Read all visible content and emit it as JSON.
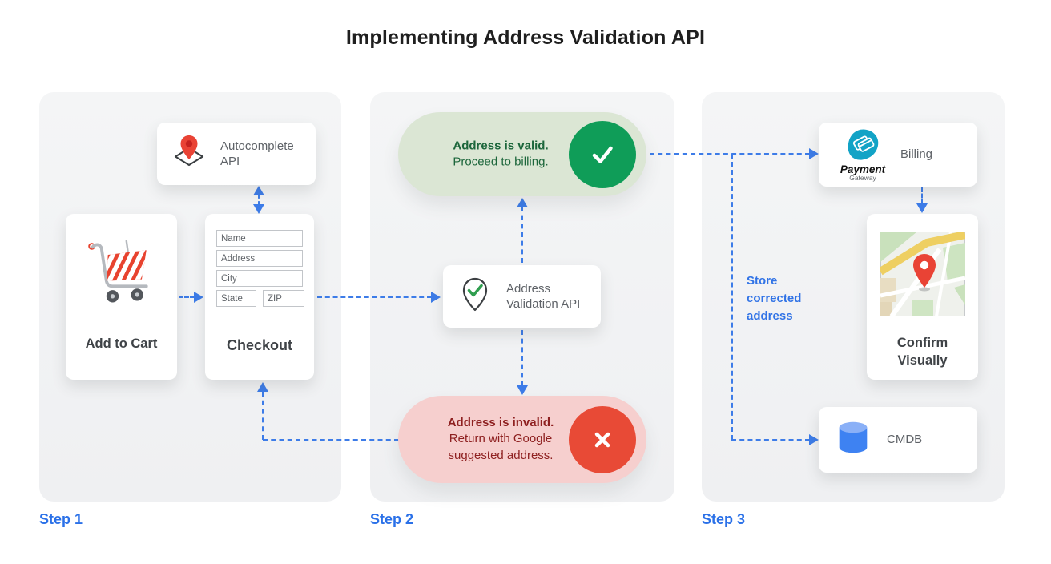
{
  "title": "Implementing Address Validation API",
  "steps": {
    "step1": "Step 1",
    "step2": "Step 2",
    "step3": "Step 3"
  },
  "step1": {
    "autocomplete": {
      "label": "Autocomplete API"
    },
    "add_to_cart": {
      "label": "Add to Cart"
    },
    "checkout": {
      "label": "Checkout",
      "fields": {
        "name": "Name",
        "address": "Address",
        "city": "City",
        "state": "State",
        "zip": "ZIP"
      }
    }
  },
  "step2": {
    "valid": {
      "title": "Address is valid.",
      "subtitle": "Proceed to billing."
    },
    "validation_api": {
      "label": "Address Validation API"
    },
    "invalid": {
      "title": "Address is invalid.",
      "subtitle": "Return with Google suggested address."
    }
  },
  "step3": {
    "billing": {
      "label": "Billing",
      "logo_title": "Payment",
      "logo_subtitle": "Gateway"
    },
    "confirm": {
      "label": "Confirm Visually"
    },
    "cmdb": {
      "label": "CMDB"
    },
    "store_note": "Store corrected address"
  },
  "colors": {
    "accent_blue": "#3d7ce8",
    "step_blue": "#2b71e8",
    "valid_green_badge": "#0f9d58",
    "valid_pill_bg": "#dbe6d4",
    "valid_text": "#1c663b",
    "invalid_red_badge": "#e84a36",
    "invalid_pill_bg": "#f6cfce",
    "invalid_text": "#8e2020",
    "panel_bg": "#f1f2f3",
    "card_text": "#5f6368",
    "pin_red": "#e94335",
    "gateway_teal": "#12a3c6",
    "db_blue": "#3e82f2"
  }
}
